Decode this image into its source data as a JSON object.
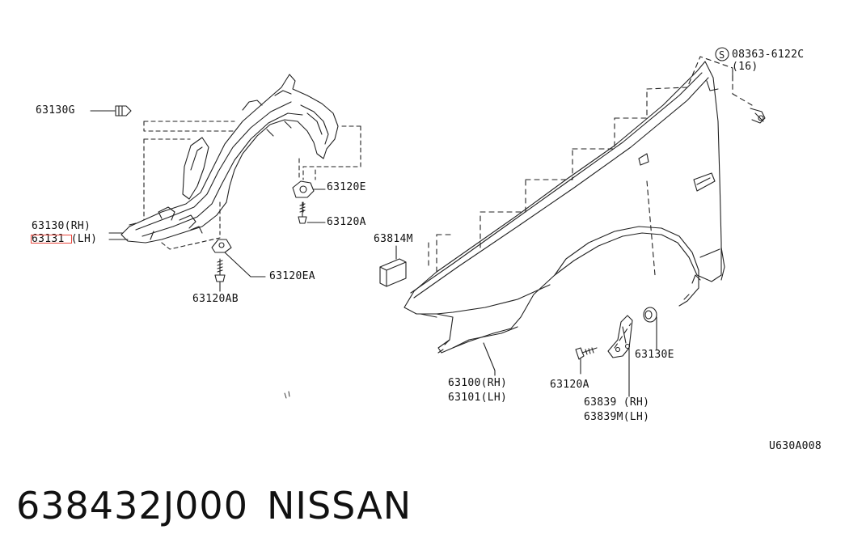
{
  "labels": {
    "l_63130g": "63130G",
    "l_63130_rh": "63130(RH)",
    "l_63131_lh": "63131 (LH)",
    "l_63120e": "63120E",
    "l_63120a_top": "63120A",
    "l_63120ea": "63120EA",
    "l_63120ab": "63120AB",
    "l_63814m": "63814M",
    "l_bolt_code": "08363-6122C",
    "l_bolt_qty": "(16)",
    "l_63100_rh": "63100(RH)",
    "l_63101_lh": "63101(LH)",
    "l_63120a_bot": "63120A",
    "l_63839_rh": "63839 (RH)",
    "l_63839m_lh": "63839M(LH)",
    "l_63130e": "63130E",
    "l_figure_code": "U630A008"
  },
  "footer": {
    "part_number": "638432J000",
    "brand": "NISSAN"
  },
  "colors": {
    "highlight": "#e8463c",
    "line": "#222222"
  }
}
